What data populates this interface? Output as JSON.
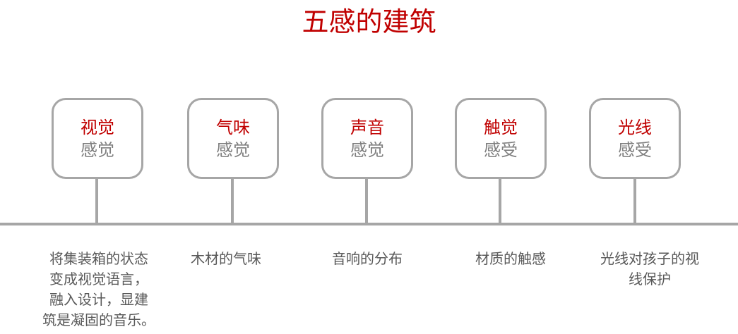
{
  "title": "五感的建筑",
  "colors": {
    "accent": "#c00000",
    "line": "#a6a6a6",
    "sense_text": "#7f7f7f",
    "desc_text": "#595959"
  },
  "items": [
    {
      "name": "视觉",
      "sense": "感觉",
      "description": [
        "将集装箱的状态",
        "变成视觉语言，",
        "融入设计，显建",
        "筑是凝固的音乐。"
      ]
    },
    {
      "name": "气味",
      "sense": "感觉",
      "description": [
        "木材的气味"
      ]
    },
    {
      "name": "声音",
      "sense": "感觉",
      "description": [
        "音响的分布"
      ]
    },
    {
      "name": "触觉",
      "sense": "感受",
      "description": [
        "材质的触感"
      ]
    },
    {
      "name": "光线",
      "sense": "感受",
      "description": [
        "光线对孩子的视",
        "线保护"
      ]
    }
  ]
}
